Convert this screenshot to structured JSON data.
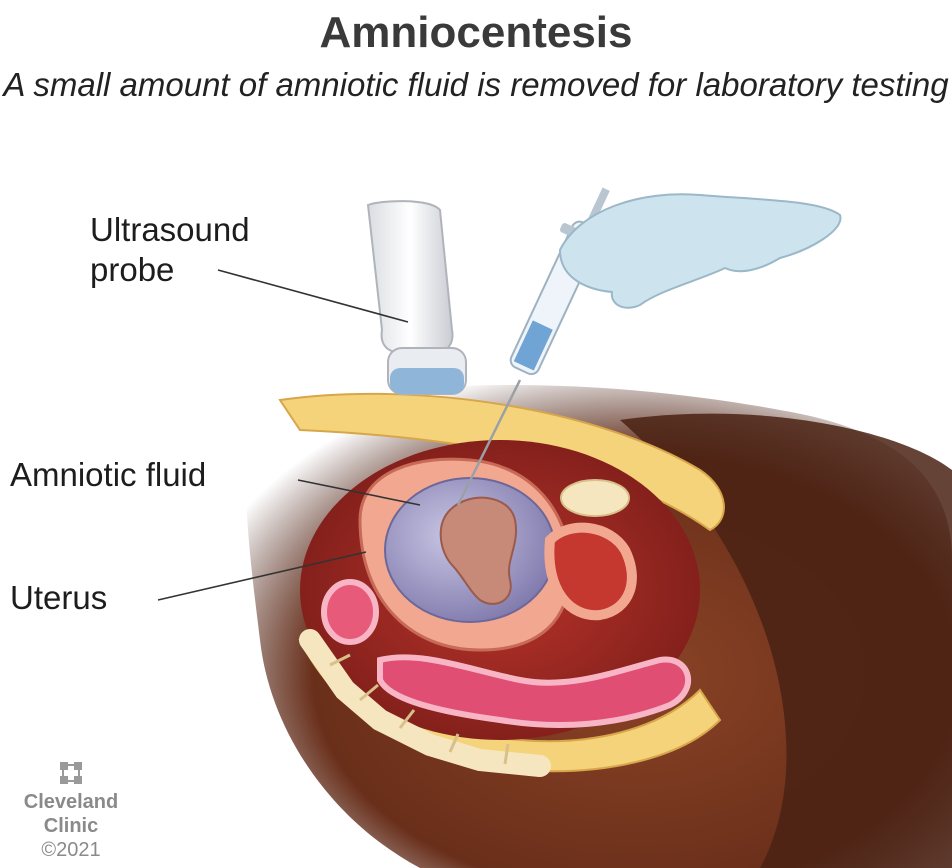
{
  "title": "Amniocentesis",
  "subtitle": "A small amount of amniotic fluid is removed for laboratory testing",
  "labels": {
    "probe": "Ultrasound probe",
    "fluid": "Amniotic fluid",
    "uterus": "Uterus"
  },
  "logo": {
    "name_line1": "Cleveland",
    "name_line2": "Clinic",
    "year": "©2021"
  },
  "colors": {
    "skin": "#7a3b22",
    "skin_dark": "#3c1a10",
    "fat_layer": "#f4d37a",
    "uterus_wall": "#f2a890",
    "amniotic_fluid": "#a8a4c9",
    "fetus": "#c88a78",
    "cavity": "#a8302a",
    "probe_tip": "#8fb6d8",
    "glove": "#cde4ee"
  }
}
